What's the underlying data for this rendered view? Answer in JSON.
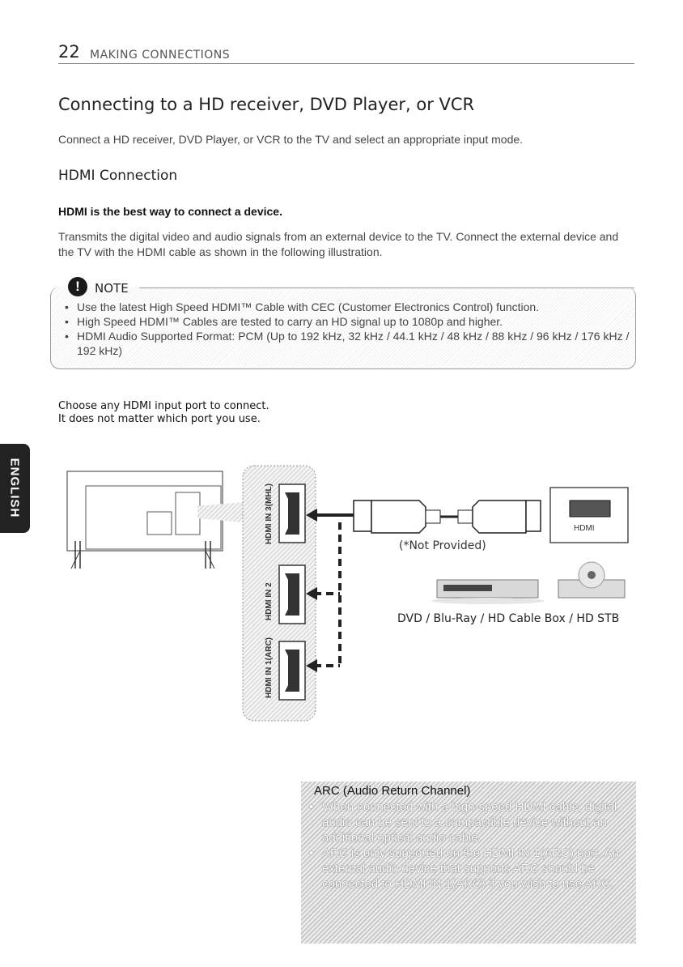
{
  "header": {
    "page_number": "22",
    "section": "MAKING CONNECTIONS"
  },
  "title": "Connecting to a HD receiver, DVD Player, or VCR",
  "intro": "Connect a HD receiver, DVD Player, or VCR to the TV and select an appropriate input mode.",
  "hdmi": {
    "heading": "HDMI Connection",
    "subheading": "HDMI is the best way to connect a device.",
    "body": "Transmits the digital video and audio signals from an external device to the TV. Connect the external device and the TV with the HDMI cable as shown in the following illustration."
  },
  "note": {
    "icon": "!",
    "label": "NOTE",
    "items": [
      "Use the latest High Speed HDMI™ Cable with CEC (Customer Electronics Control) function.",
      "High Speed HDMI™ Cables are tested to carry an HD signal up to 1080p and higher.",
      "HDMI Audio Supported Format: PCM (Up to 192 kHz, 32 kHz / 44.1 kHz / 48 kHz / 88 kHz / 96 kHz / 176 kHz / 192 kHz)"
    ]
  },
  "choose": {
    "line1": "Choose any HDMI input port to connect.",
    "line2": "It does not matter which port you use."
  },
  "side_tab": "ENGLISH",
  "diagram": {
    "ports": [
      "HDMI IN 3(MHL)",
      "HDMI IN 2",
      "HDMI IN 1(ARC)"
    ],
    "cable_note": "(*Not Provided)",
    "device_port": "HDMI",
    "devices": "DVD / Blu-Ray / HD Cable Box / HD STB"
  },
  "arc": {
    "title": "ARC (Audio Return Channel)",
    "items": [
      "When connected with a high-speed HDMI cable, digital audio can be sent to a compactible device without an additional optical audio cable.",
      "ARC is only supported on the HDMI IN 1(ARC) port. An external audio device that supports ARC should be connected to HDMI IN 1(ARC) if you wish to use ARC."
    ]
  }
}
